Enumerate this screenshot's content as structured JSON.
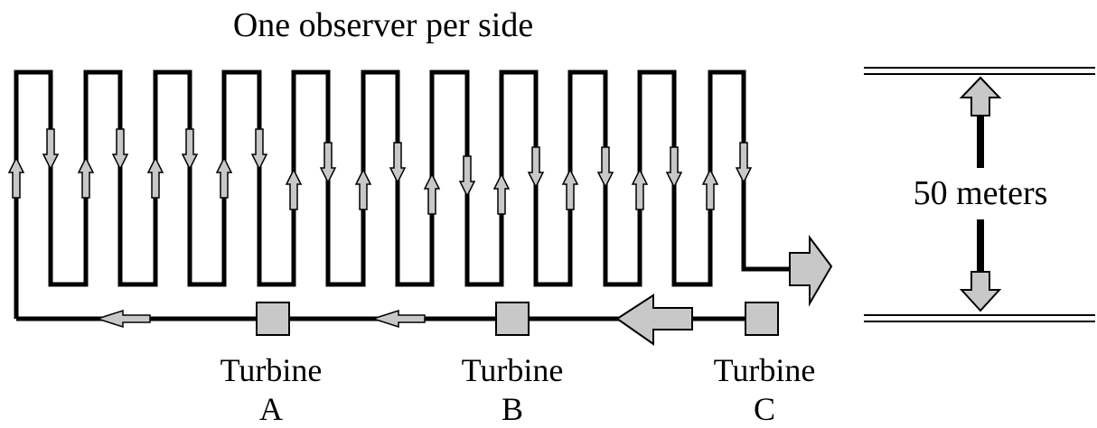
{
  "diagram": {
    "title": "One observer per side",
    "dimension_label": "50 meters",
    "turbines": [
      {
        "name": "Turbine",
        "letter": "A"
      },
      {
        "name": "Turbine",
        "letter": "B"
      },
      {
        "name": "Turbine",
        "letter": "C"
      }
    ],
    "colors": {
      "line": "#000000",
      "arrow_fill": "#c8c8c8",
      "arrow_stroke": "#000000",
      "background": "#ffffff"
    }
  }
}
